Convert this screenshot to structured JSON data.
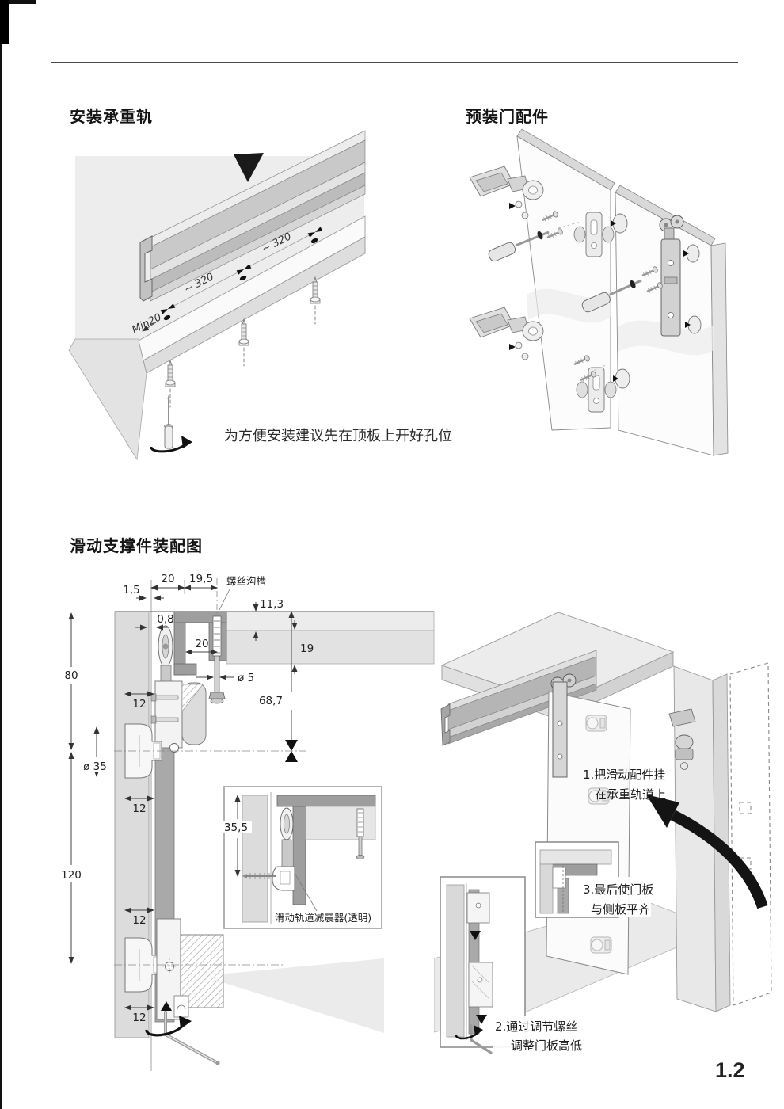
{
  "page": {
    "number": "1.2"
  },
  "titles": {
    "install_rail": "安装承重轨",
    "predoor_fittings": "预装门配件",
    "assembly_diagram": "滑动支撑件装配图"
  },
  "rail_fig": {
    "caption": "为方便安装建议先在顶板上开好孔位",
    "dim_min20": "Min20",
    "dim_320a": "~ 320",
    "dim_320b": "~ 320"
  },
  "section_fig": {
    "dims": {
      "d1_5": "1,5",
      "d20_top": "20",
      "d19_5": "19,5",
      "screw_groove": "螺丝沟槽",
      "d11_3": "11,3",
      "d0_8": "0,8",
      "d20_mid": "20",
      "d19": "19",
      "dia5": "ø 5",
      "d80": "80",
      "d68_7": "68,7",
      "d12_1": "12",
      "dia35": "ø 35",
      "d12_2": "12",
      "d120": "120",
      "d12_3": "12",
      "d12_4": "12",
      "d35_5": "35,5"
    },
    "damper_label": "滑动轨道减震器(透明)"
  },
  "install_fig": {
    "step1_line1": "1.把滑动配件挂",
    "step1_line2": "在承重轨道上",
    "step2_line1": "2.通过调节螺丝",
    "step2_line2": "调整门板高低",
    "step3_line1": "3.最后使门板",
    "step3_line2": "与侧板平齐"
  },
  "icons": {
    "slide_direction": "solid-triangle-arrow",
    "drill_rotation": "curved-rotation-arrow",
    "door_swing": "thick-curved-arrow",
    "hex_key_rotation": "curved-rotation-arrow"
  },
  "colors": {
    "ink": "#141414",
    "panel_light": "#ececec",
    "panel_mid": "#d9d9d9",
    "rail_dark": "#9e9e9e"
  }
}
